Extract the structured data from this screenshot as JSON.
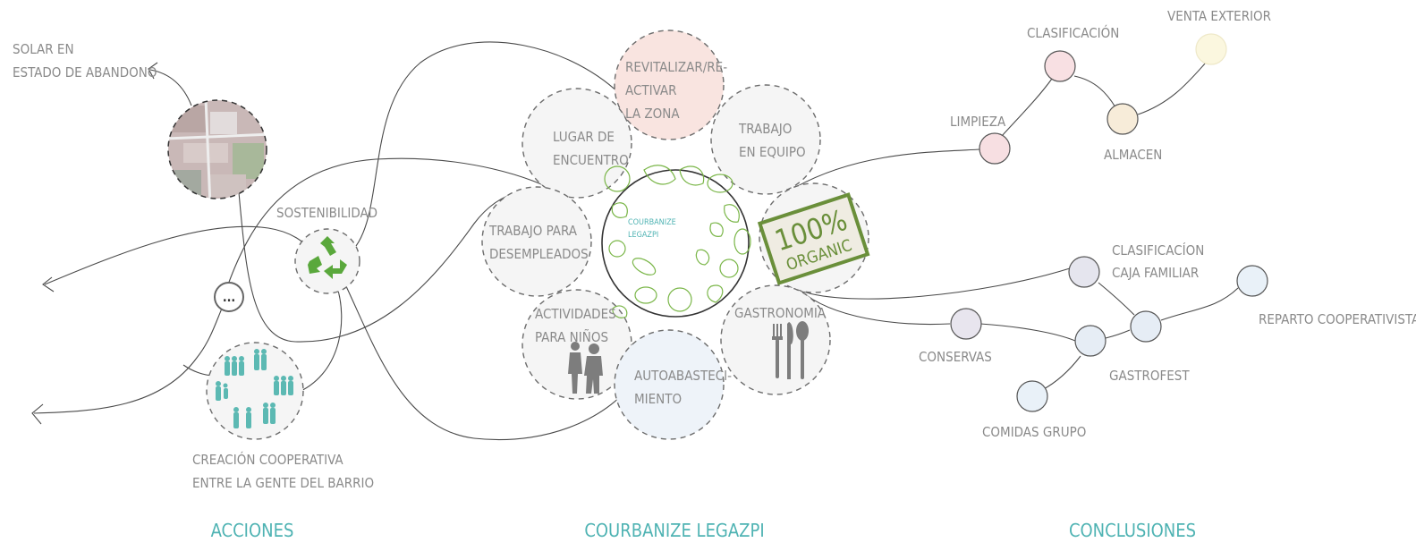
{
  "acciones": {
    "section_title": "ACCIONES",
    "solar_label_1": "SOLAR EN",
    "solar_label_2": "ESTADO DE ABANDONO",
    "sostenibilidad_label": "SOSTENIBILIDAD",
    "more_label": "...",
    "cooperativa_label_1": "CREACIÓN COOPERATIVA",
    "cooperativa_label_2": "ENTRE LA GENTE DEL BARRIO"
  },
  "center": {
    "section_title": "COURBANIZE LEGAZPI",
    "core_label_1": "COURBANIZE",
    "core_label_2": "LEGAZPI",
    "petals": {
      "revitalizar": [
        "REVITALIZAR/RE-",
        "ACTIVAR",
        "LA ZONA"
      ],
      "lugar": [
        "LUGAR DE",
        "ENCUENTRO"
      ],
      "trabajo_equipo": [
        "TRABAJO",
        "EN EQUIPO"
      ],
      "trabajo_desempleados": [
        "TRABAJO PARA",
        "DESEMPLEADOS"
      ],
      "actividades": [
        "ACTIVIDADES",
        "PARA NIÑOS"
      ],
      "autoabastecimiento": [
        "AUTOABASTECI-",
        "MIENTO"
      ],
      "gastronomia": [
        "GASTRONOMIA"
      ]
    },
    "stamp_percent": "100%",
    "stamp_text": "ORGANIC"
  },
  "conclusiones": {
    "section_title": "CONCLUSIONES",
    "nodes": {
      "limpieza": "LIMPIEZA",
      "clasificacion": "CLASIFICACIÓN",
      "almacen": "ALMACEN",
      "venta_exterior": "VENTA EXTERIOR",
      "clasificacion_caja_1": "CLASIFICACÍON",
      "clasificacion_caja_2": "CAJA FAMILIAR",
      "conservas": "CONSERVAS",
      "gastrofest": "GASTROFEST",
      "comidas_grupo": "COMIDAS GRUPO",
      "reparto": "REPARTO COOPERATIVISTAS"
    }
  },
  "colors": {
    "accent": "#4fb3b3",
    "organic_green": "#6a8f3a",
    "veg_green": "#7ab648",
    "label_gray": "#8a8a8a",
    "revitalizar_fill": "#f9e4e0",
    "auto_fill": "#eef3f9",
    "limpieza_fill": "#f7dfe2",
    "clasificacion_fill": "#f8e0e3",
    "almacen_fill": "#f7ecd9",
    "venta_fill": "#fbf7df",
    "blue_node_fill": "#e6edf5"
  },
  "icons": [
    "recycle-icon",
    "people-group-icon",
    "adult-child-icon",
    "cutlery-icon",
    "aerial-photo-icon"
  ]
}
